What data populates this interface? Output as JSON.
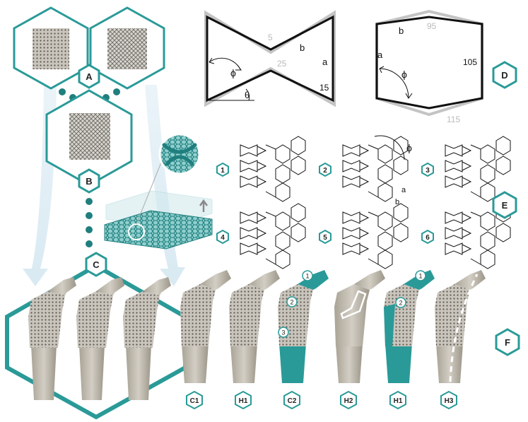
{
  "colors": {
    "teal": "#2a9a98",
    "teal_dark": "#1f7f7e",
    "badge_fill": "#ffffff",
    "bg": "#ffffff",
    "gray_ghost": "#c4c4c4",
    "implant": "#b9b3a8"
  },
  "panel_labels": {
    "A": "A",
    "B": "B",
    "C": "C",
    "D": "D",
    "E": "E",
    "F": "F"
  },
  "reentrant_cell": {
    "label_a": "a",
    "label_b": "b",
    "label_phi": "ϕ",
    "label_theta": "θ",
    "value_15": "15",
    "ghost_5": "5",
    "ghost_25": "25"
  },
  "hex_cell": {
    "label_a": "a",
    "label_b": "b",
    "label_phi": "ϕ",
    "value_105": "105",
    "ghost_95": "95",
    "ghost_115": "115"
  },
  "lattice_variants": {
    "numbers": [
      "1",
      "2",
      "3",
      "4",
      "5",
      "6"
    ],
    "detail_labels": {
      "phi": "ϕ",
      "a": "a",
      "b": "b"
    }
  },
  "implant_designs": {
    "codes": [
      "C1",
      "H1",
      "C2",
      "H2",
      "H1",
      "H3"
    ],
    "region_numbers": {
      "one": "1",
      "two": "2",
      "three": "3"
    }
  }
}
